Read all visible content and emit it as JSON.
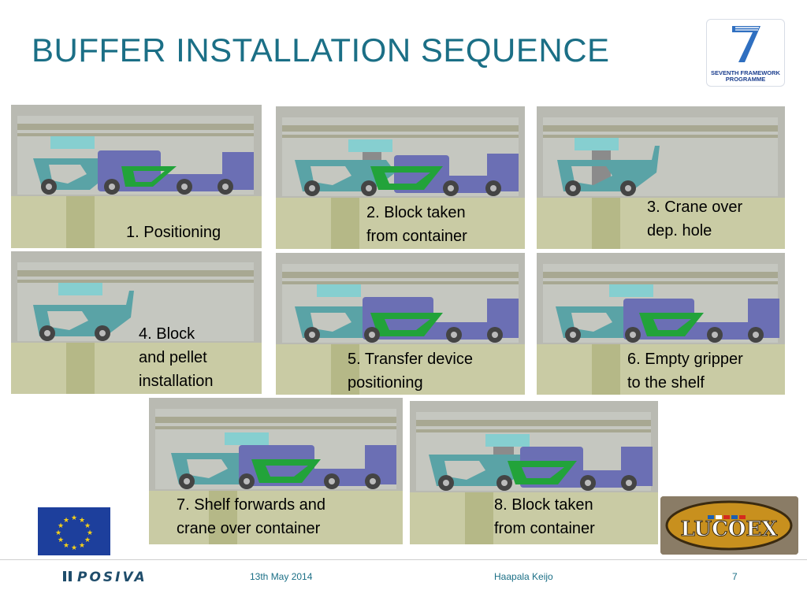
{
  "title": "BUFFER INSTALLATION SEQUENCE",
  "logos": {
    "fp7": {
      "line1": "SEVENTH FRAMEWORK",
      "line2": "PROGRAMME"
    },
    "lucoex": {
      "text": "LUCOEX"
    },
    "posiva": {
      "text": "POSIVA"
    }
  },
  "steps": [
    {
      "caption_lines": [
        "1. Positioning"
      ]
    },
    {
      "caption_lines": [
        "2. Block taken",
        "from container"
      ]
    },
    {
      "caption_lines": [
        "3. Crane over",
        "dep. hole"
      ]
    },
    {
      "caption_lines": [
        "4. Block",
        "and pellet",
        "installation"
      ]
    },
    {
      "caption_lines": [
        "5. Transfer device",
        "positioning"
      ]
    },
    {
      "caption_lines": [
        "6. Empty gripper",
        "to the shelf"
      ]
    },
    {
      "caption_lines": [
        "7. Shelf forwards and",
        "crane over container"
      ]
    },
    {
      "caption_lines": [
        "8. Block taken",
        "from container"
      ]
    }
  ],
  "footer": {
    "date": "13th May 2014",
    "author": "Haapala Keijo",
    "page": "7"
  },
  "colors": {
    "title": "#1b6f86",
    "wall": "#c9cba4",
    "frame": "#5aa3a6",
    "truck": "#6b6fb4",
    "arm": "#22a33a"
  }
}
